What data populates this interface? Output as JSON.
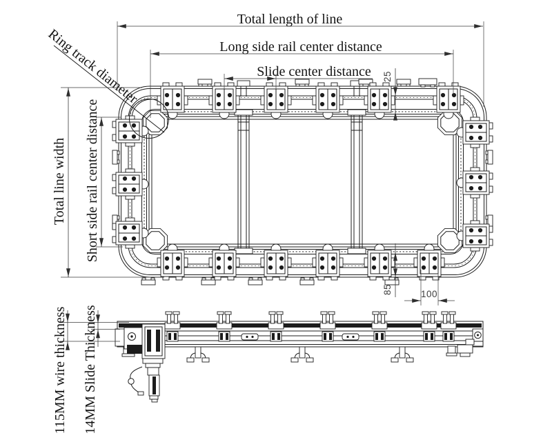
{
  "drawing": {
    "view_top": {
      "label_total_length": "Total length of line",
      "label_long_side_rail": "Long side rail center distance",
      "label_slide_center": "Slide center distance",
      "label_ring_track": "Ring track diameter",
      "label_total_width": "Total line width",
      "label_short_side_rail": "Short side rail center distance",
      "dim_rail_to_chain_mm": "25",
      "dim_chain_to_edge_mm": "85",
      "dim_slide_width_mm": "100"
    },
    "view_side": {
      "label_wire_thickness": "115MM wire thickness",
      "label_slide_thickness": "14MM Slide Thickness"
    },
    "colors": {
      "ink": "#1c1c1c",
      "dim_ink": "#3a3a3a",
      "background": "#ffffff"
    }
  }
}
